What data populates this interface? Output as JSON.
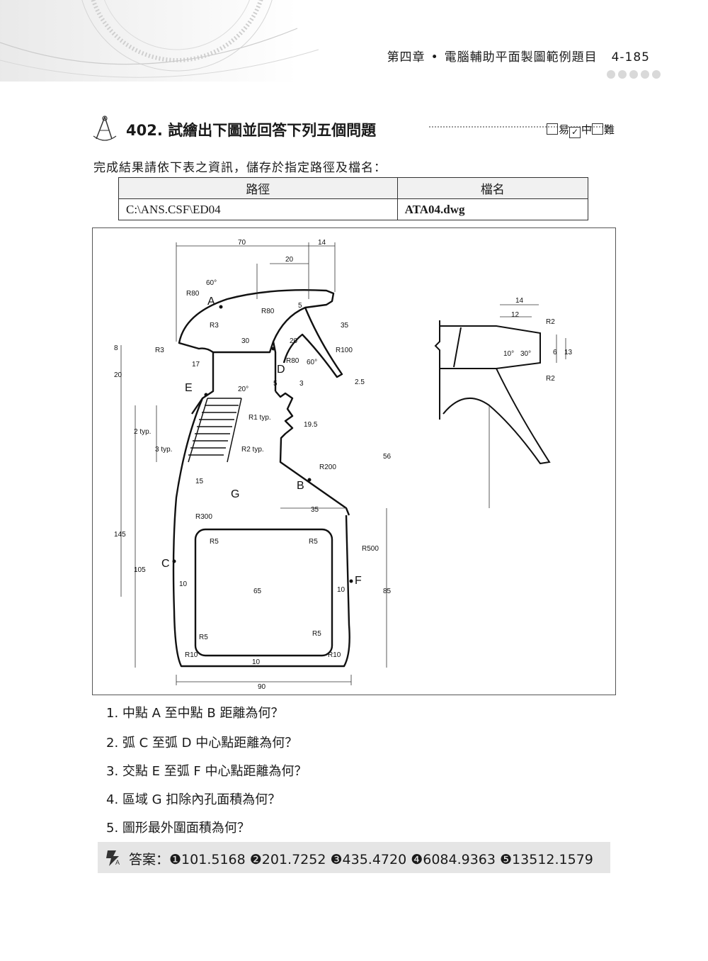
{
  "header": {
    "chapter": "第四章",
    "separator": "•",
    "title": "電腦輔助平面製圖範例題目",
    "page_number": "4-185"
  },
  "problem": {
    "title": "402. 試繪出下圖並回答下列五個問題",
    "difficulty": {
      "easy": "易",
      "medium": "中",
      "hard": "難",
      "checked": "medium"
    }
  },
  "instruction": "完成結果請依下表之資訊，儲存於指定路徑及檔名：",
  "file_table": {
    "headers": [
      "路徑",
      "檔名"
    ],
    "path": "C:\\ANS.CSF\\ED04",
    "filename": "ATA04.dwg"
  },
  "drawing": {
    "dimensions": [
      "70",
      "14",
      "20",
      "60°",
      "R80",
      "R3",
      "R80",
      "5",
      "35",
      "R100",
      "30",
      "20",
      "R80",
      "60°",
      "8",
      "R3",
      "17",
      "20",
      "5",
      "3",
      "2.5",
      "20°",
      "R1 typ.",
      "R2 typ.",
      "19.5",
      "56",
      "2 typ.",
      "3 typ.",
      "R200",
      "15",
      "35",
      "R300",
      "R500",
      "R5",
      "R5",
      "145",
      "105",
      "10",
      "65",
      "10",
      "85",
      "R5",
      "R5",
      "R10",
      "R10",
      "10",
      "90",
      "14",
      "12",
      "R2",
      "10°",
      "30°",
      "6",
      "13",
      "R2"
    ],
    "point_labels": [
      "A",
      "B",
      "C",
      "D",
      "E",
      "F",
      "G"
    ]
  },
  "questions": [
    "1. 中點 A 至中點 B 距離為何？",
    "2. 弧 C 至弧 D 中心點距離為何？",
    "3. 交點 E 至弧 F 中心點距離為何？",
    "4. 區域 G 扣除內孔面積為何？",
    "5. 圖形最外圍面積為何？"
  ],
  "answer": {
    "label": "答案：",
    "values": "❶101.5168 ❷201.7252 ❸435.4720 ❹6084.9363 ❺13512.1579"
  }
}
